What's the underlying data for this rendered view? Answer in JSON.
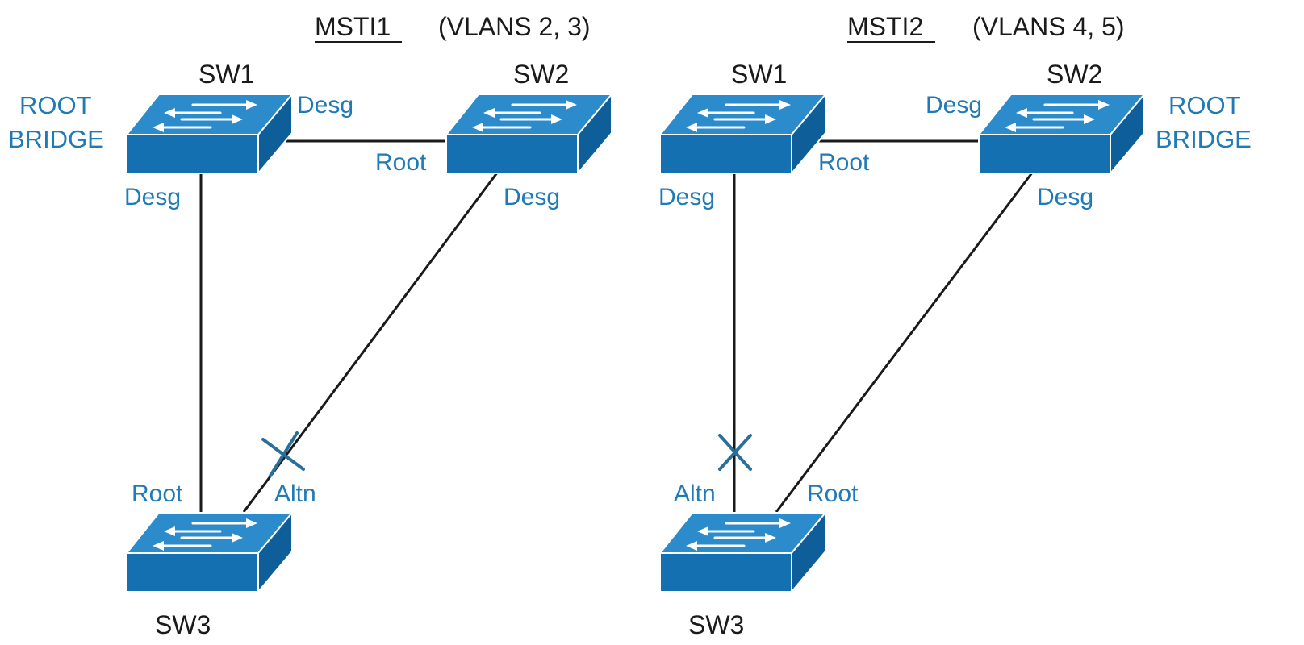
{
  "diagrams": [
    {
      "title": "MSTI1",
      "vlans": "(VLANS 2, 3)",
      "switches": [
        {
          "name": "SW1",
          "root_bridge_line1": "ROOT",
          "root_bridge_line2": "BRIDGE"
        },
        {
          "name": "SW2"
        },
        {
          "name": "SW3"
        }
      ],
      "ports": {
        "sw1_to_sw2": "Desg",
        "sw2_to_sw1": "Root",
        "sw1_to_sw3": "Desg",
        "sw2_to_sw3": "Desg",
        "sw3_to_sw1": "Root",
        "sw3_to_sw2": "Altn"
      }
    },
    {
      "title": "MSTI2",
      "vlans": "(VLANS 4, 5)",
      "switches": [
        {
          "name": "SW1"
        },
        {
          "name": "SW2",
          "root_bridge_line1": "ROOT",
          "root_bridge_line2": "BRIDGE"
        },
        {
          "name": "SW3"
        }
      ],
      "ports": {
        "sw2_to_sw1": "Desg",
        "sw1_to_sw2": "Root",
        "sw1_to_sw3": "Desg",
        "sw2_to_sw3": "Desg",
        "sw3_to_sw1": "Altn",
        "sw3_to_sw2": "Root"
      }
    }
  ],
  "colors": {
    "port_label": "#1f7ab5",
    "switch_body": "#1570b2",
    "blocked_marker": "#2a6f9a",
    "link": "#1a1a1a"
  },
  "icons": {
    "switch": "network-switch-icon",
    "blocked": "blocked-port-x-icon"
  }
}
